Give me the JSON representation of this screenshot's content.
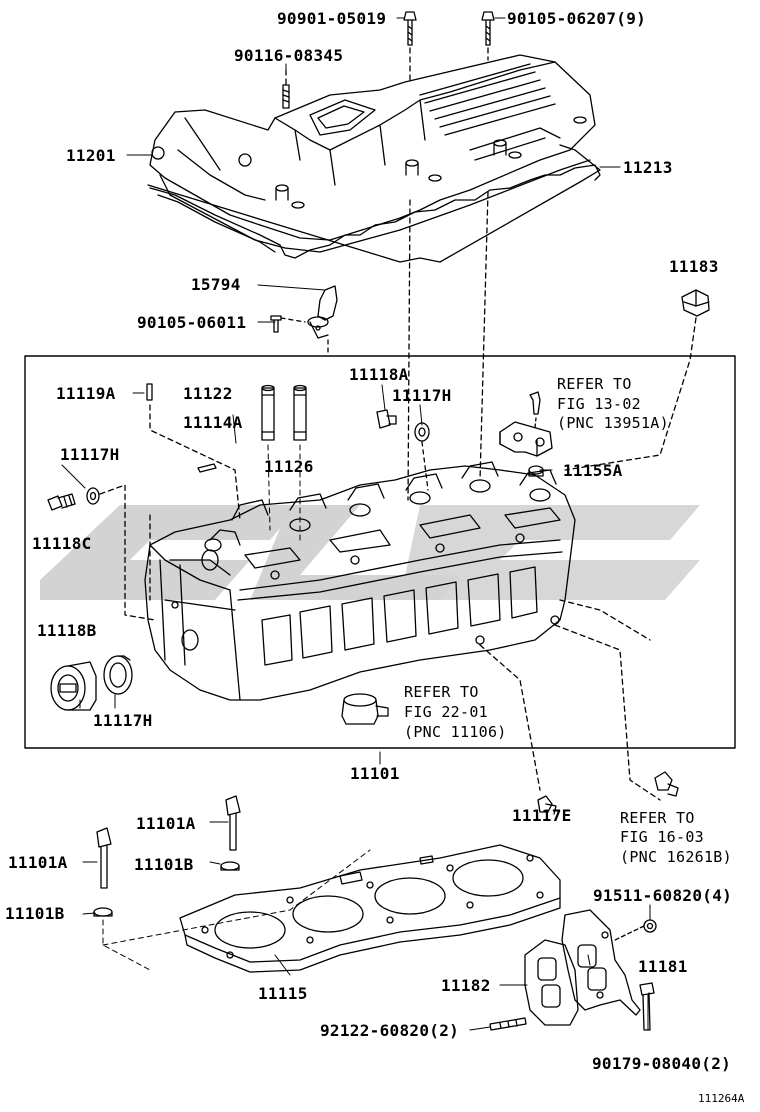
{
  "callouts": {
    "p90901_05019": "90901-05019",
    "p90105_06207": "90105-06207(9)",
    "p90116_08345": "90116-08345",
    "p11201": "11201",
    "p11213": "11213",
    "p15794": "15794",
    "p90105_06011": "90105-06011",
    "p11183": "11183",
    "p11119a": "11119A",
    "p11122": "11122",
    "p11114a": "11114A",
    "p11126": "11126",
    "p11118a": "11118A",
    "p11117h_top": "11117H",
    "p11117h_left": "11117H",
    "p11118c": "11118C",
    "p11155a": "11155A",
    "p11118b": "11118B",
    "p11117h_bottom": "11117H",
    "p11101": "11101",
    "p11117e": "11117E",
    "p11101a_right": "11101A",
    "p11101a_left": "11101A",
    "p11101b_right": "11101B",
    "p11101b_left": "11101B",
    "p11115": "11115",
    "p91511_60820": "91511-60820(4)",
    "p11181": "11181",
    "p11182": "11182",
    "p92122_60820": "92122-60820(2)",
    "p90179_08040": "90179-08040(2)"
  },
  "references": {
    "fig13": {
      "l1": "REFER TO",
      "l2": "FIG 13-02",
      "l3": "(PNC 13951A)"
    },
    "fig22": {
      "l1": "REFER TO",
      "l2": "FIG 22-01",
      "l3": "(PNC 11106)"
    },
    "fig16": {
      "l1": "REFER TO",
      "l2": "FIG 16-03",
      "l3": "(PNC 16261B)"
    }
  },
  "figure_id": "111264A",
  "colors": {
    "line": "#000000",
    "watermark": "#d3d3d3"
  }
}
